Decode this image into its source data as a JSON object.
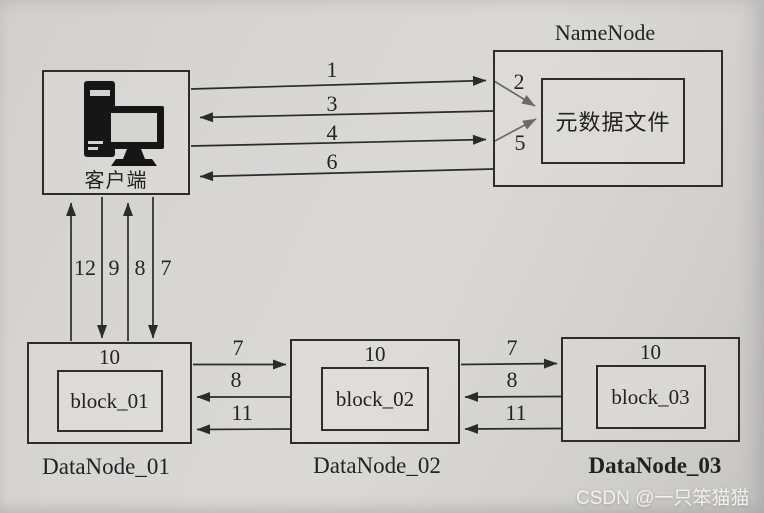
{
  "diagram": {
    "client": {
      "label": "客户端"
    },
    "namenode": {
      "title": "NameNode",
      "metadata_label": "元数据文件"
    },
    "datanodes": [
      {
        "title": "DataNode_01",
        "top_label": "10",
        "block_label": "block_01"
      },
      {
        "title": "DataNode_02",
        "top_label": "10",
        "block_label": "block_02"
      },
      {
        "title": "DataNode_03",
        "top_label": "10",
        "block_label": "block_03"
      }
    ],
    "arrows": {
      "client_to_namenode": [
        "1",
        "3",
        "4",
        "6"
      ],
      "namenode_internal": [
        "2",
        "5"
      ],
      "client_to_datanode1": [
        "12",
        "9",
        "8",
        "7"
      ],
      "datanode1_to_datanode2": [
        "7",
        "8",
        "11"
      ],
      "datanode2_to_datanode3": [
        "7",
        "8",
        "11"
      ]
    },
    "watermark": "CSDN @一只笨猫猫",
    "colors": {
      "paper": "#d6d4d1",
      "ink": "#2b2b2b",
      "watermark_text": "#f2f1ee"
    }
  }
}
